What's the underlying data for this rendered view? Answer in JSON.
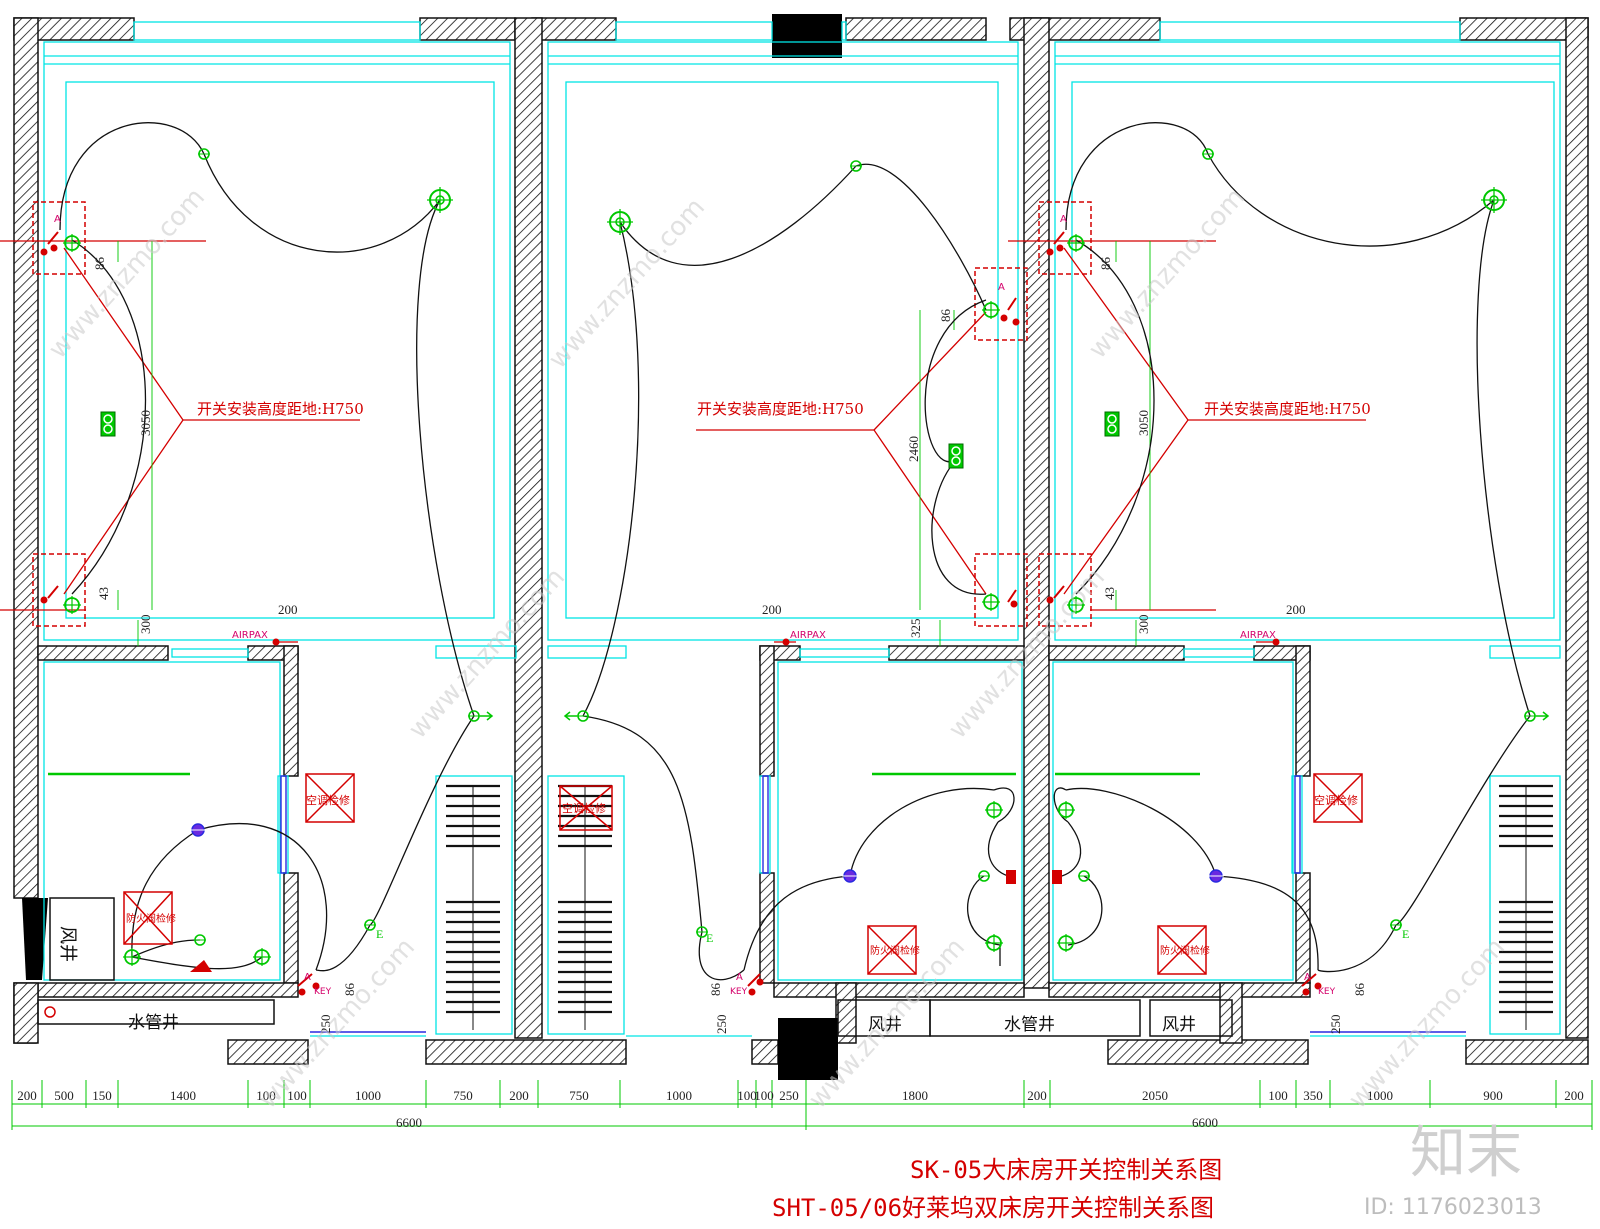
{
  "title": {
    "line1": "SK-05大床房开关控制关系图",
    "line2": "SHT-05/06好莱坞双床房开关控制关系图"
  },
  "annotations": {
    "switch_height_left": "开关安装高度距地:H750",
    "switch_height_mid": "开关安装高度距地:H750",
    "switch_height_right": "开关安装高度距地:H750",
    "airpax_left": "AIRPAX",
    "airpax_mid": "AIRPAX",
    "airpax_right": "AIRPAX",
    "key_left": "KEY",
    "key_mid": "KEY",
    "key_right": "KEY",
    "switch_a": "A",
    "outlet_e": "E"
  },
  "rooms": {
    "shaft_wind_left": "风井",
    "water_pipe_left": "水管井",
    "wind_mid": "风井",
    "water_pipe_right": "水管井",
    "wind_right": "风井",
    "ac_maintenance_left": "空调检修",
    "ac_maintenance_mid": "空调检修",
    "ac_maintenance_right": "空调检修",
    "fire_damper_left": "防火阀检修",
    "fire_damper_mid": "防火阀检修",
    "fire_damper_right": "防火阀检修"
  },
  "dimensions": {
    "left_3050": "3050",
    "left_86_top": "86",
    "left_43": "43",
    "left_300": "300",
    "left_200": "200",
    "mid_86": "86",
    "mid_2460": "2460",
    "mid_325": "325",
    "mid_200": "200",
    "right_3050": "3050",
    "right_86_top": "86",
    "right_43": "43",
    "right_300": "300",
    "right_200": "200",
    "key_86_left": "86",
    "key_250_left": "250",
    "key_86_mid": "86",
    "key_250_mid": "250",
    "key_86_right": "86",
    "key_250_right": "250",
    "bottom_row": [
      "200",
      "500",
      "150",
      "1400",
      "100",
      "100",
      "1000",
      "750",
      "200",
      "750",
      "1000",
      "100",
      "100",
      "250",
      "1800",
      "200",
      "2050",
      "100",
      "350",
      "1000",
      "900",
      "200"
    ],
    "total_left": "6600",
    "total_right": "6600"
  },
  "watermark": {
    "site": "www.znzmo.com",
    "brand": "知末网",
    "logo": "知末",
    "id": "ID: 1176023013"
  },
  "colors": {
    "wall": "#111111",
    "cyan": "#00e5e5",
    "red": "#d40000",
    "green": "#00c800",
    "blue": "#2a2ae0",
    "magenta": "#d4006a"
  }
}
